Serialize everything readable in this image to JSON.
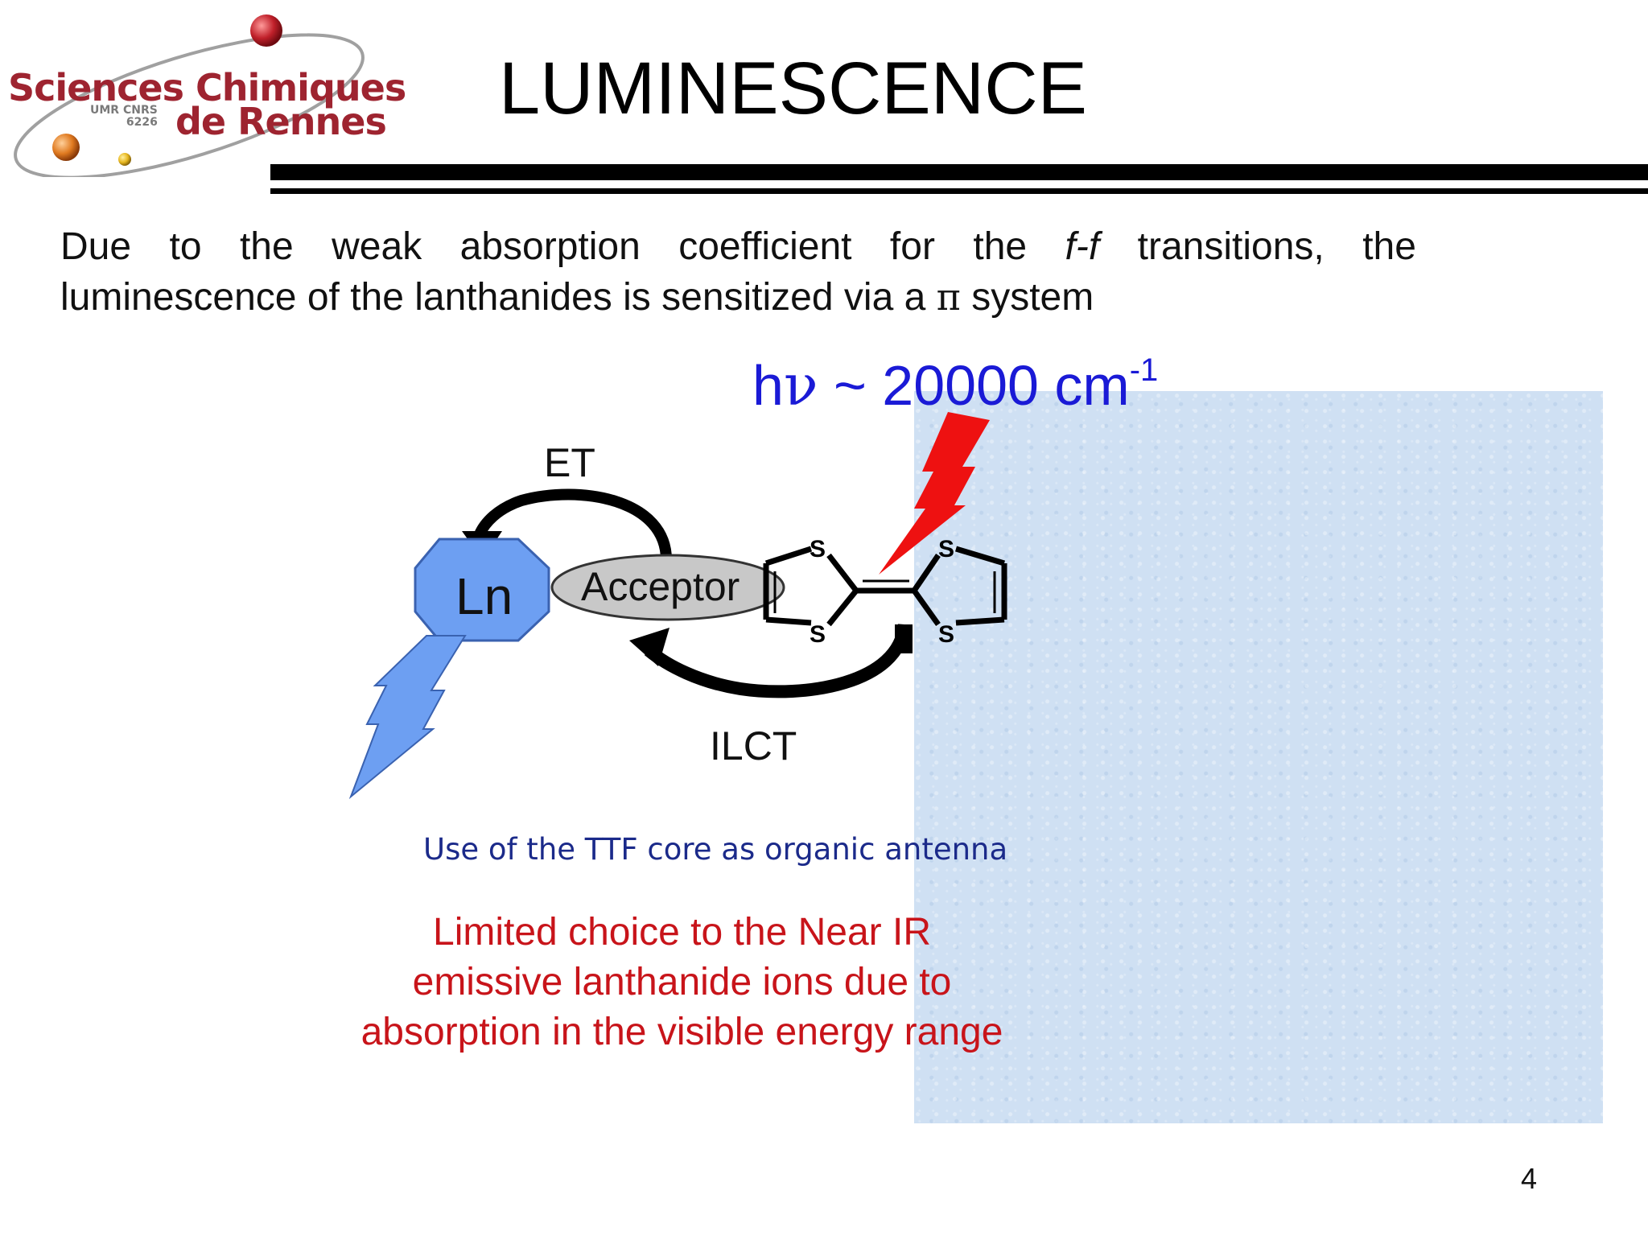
{
  "logo": {
    "line1": "Sciences Chimiques",
    "umr": "UMR CNRS",
    "umr_number": "6226",
    "line2": "de Rennes",
    "colors": {
      "text": "#9e2430",
      "orbit": "#9a9a9a",
      "sphere_red": "#c0202a",
      "sphere_orange": "#e07a20",
      "sphere_yellow": "#e8b820"
    }
  },
  "title": "LUMINESCENCE",
  "intro": {
    "words_line1": [
      "Due",
      "to",
      "the",
      "weak",
      "absorption",
      "coefficient",
      "for",
      "the",
      "f-f",
      "transitions,",
      "the"
    ],
    "line2_before_pi": "luminescence of the lanthanides is sensitized via a",
    "pi_symbol": "π",
    "line2_after_pi": "system"
  },
  "diagram": {
    "energy_prefix": "h",
    "energy_nu": "ν",
    "energy_value": " ~ 20000 cm",
    "energy_exponent": "-1",
    "et_label": "ET",
    "ilct_label": "ILCT",
    "ln_label": "Ln",
    "acceptor_label": "Acceptor",
    "sulfur_label": "S",
    "colors": {
      "energy_text": "#1a1ad6",
      "ln_fill": "#6d9ff2",
      "acceptor_fill": "#c8c8c8",
      "excitation_bolt": "#ee1111",
      "emission_bolt": "#6d9ff2",
      "background_texture": "#cfe0f3"
    }
  },
  "antenna_caption": "Use of the TTF core as organic antenna",
  "limited": {
    "line1": "Limited choice to the Near IR",
    "line2": "emissive lanthanide ions due to",
    "line3": "absorption in the visible energy range"
  },
  "page_number": "4"
}
